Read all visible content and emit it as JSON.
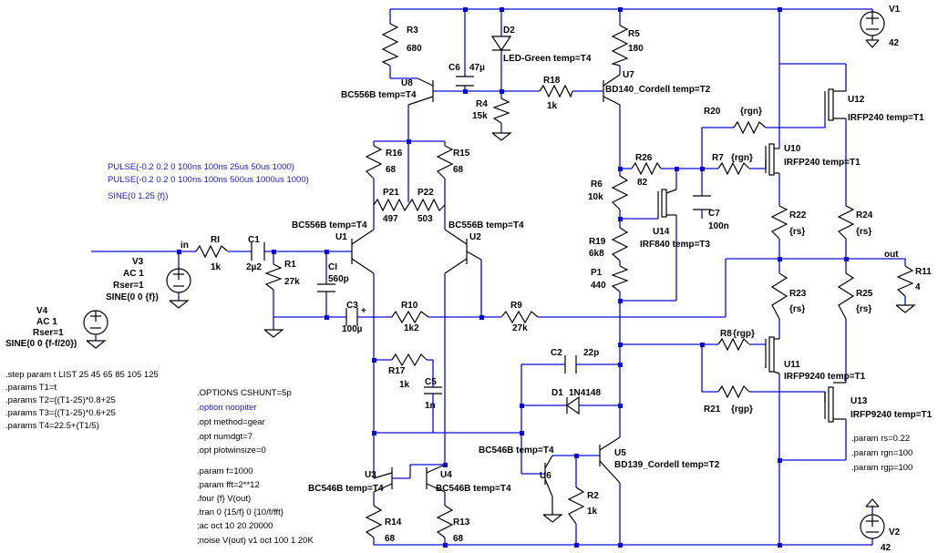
{
  "components": {
    "R3": {
      "name": "R3",
      "value": "680"
    },
    "U8": {
      "name": "U8",
      "model": "BC556B  temp=T4"
    },
    "C6": {
      "name": "C6",
      "value": "47µ"
    },
    "D2": {
      "name": "D2",
      "model": "LED-Green temp=T4"
    },
    "R4": {
      "name": "R4",
      "value": "15k"
    },
    "R18": {
      "name": "R18",
      "value": "1k"
    },
    "R5": {
      "name": "R5",
      "value": "180"
    },
    "U7": {
      "name": "U7",
      "model": "BD140_Cordell temp=T2"
    },
    "V1": {
      "name": "V1",
      "value": "42"
    },
    "R20": {
      "name": "R20",
      "value": "{rgn}"
    },
    "U12": {
      "name": "U12",
      "model": "IRFP240 temp=T1"
    },
    "R7": {
      "name": "R7",
      "value": "{rgn}"
    },
    "U10": {
      "name": "U10",
      "model": "IRFP240 temp=T1"
    },
    "R26": {
      "name": "R26",
      "value": "82"
    },
    "R6": {
      "name": "R6",
      "value": "10k"
    },
    "C7": {
      "name": "C7",
      "value": "100n"
    },
    "U14": {
      "name": "U14",
      "model": "IRF840 temp=T3"
    },
    "R19": {
      "name": "R19",
      "value": "6k8"
    },
    "P1": {
      "name": "P1",
      "value": "440"
    },
    "R22": {
      "name": "R22",
      "value": "{rs}"
    },
    "R24": {
      "name": "R24",
      "value": "{rs}"
    },
    "R23": {
      "name": "R23",
      "value": "{rs}"
    },
    "R25": {
      "name": "R25",
      "value": "{rs}"
    },
    "R11": {
      "name": "R11",
      "value": "4"
    },
    "R16": {
      "name": "R16",
      "value": "68"
    },
    "R15": {
      "name": "R15",
      "value": "68"
    },
    "P21": {
      "name": "P21",
      "value": "497"
    },
    "P22": {
      "name": "P22",
      "value": "503"
    },
    "U1": {
      "name": "U1",
      "model": "BC556B temp=T4"
    },
    "U2": {
      "name": "U2",
      "model": "BC556B  temp=T4"
    },
    "V3": {
      "name": "V3",
      "lines": [
        "AC 1",
        "Rser=1",
        "SINE(0 0 {f})"
      ]
    },
    "V4": {
      "name": "V4",
      "lines": [
        "AC 1",
        "Rser=1",
        "SINE(0 0 {f-f/20})"
      ]
    },
    "RI": {
      "name": "RI",
      "value": "1k"
    },
    "C1": {
      "name": "C1",
      "value": "2µ2"
    },
    "R1": {
      "name": "R1",
      "value": "27k"
    },
    "CI": {
      "name": "CI",
      "value": "560p"
    },
    "C3": {
      "name": "C3",
      "value": "100µ"
    },
    "R10": {
      "name": "R10",
      "value": "1k2"
    },
    "R9": {
      "name": "R9",
      "value": "27k"
    },
    "R17": {
      "name": "R17",
      "value": "1k"
    },
    "C5": {
      "name": "C5",
      "value": "1n"
    },
    "C2": {
      "name": "C2",
      "value": "22p"
    },
    "D1": {
      "name": "D1",
      "model": "1N4148"
    },
    "R8": {
      "name": "R8",
      "value": "{rgp}"
    },
    "U11": {
      "name": "U11",
      "model": "IRFP9240 temp=T1"
    },
    "R21": {
      "name": "R21",
      "value": "{rgp}"
    },
    "U13": {
      "name": "U13",
      "model": "IRFP9240 temp=T1"
    },
    "U5": {
      "name": "U5",
      "model": "BD139_Cordell temp=T2"
    },
    "U6": {
      "name": "U6",
      "model": "BC546B  temp=T4"
    },
    "R2": {
      "name": "R2",
      "value": "1k"
    },
    "U3": {
      "name": "U3",
      "model": "BC546B temp=T4"
    },
    "U4": {
      "name": "U4",
      "model": "BC546B temp=T4"
    },
    "R14": {
      "name": "R14",
      "value": "68"
    },
    "R13": {
      "name": "R13",
      "value": "68"
    },
    "V2": {
      "name": "V2",
      "value": "42"
    }
  },
  "net_labels": {
    "in": "in",
    "out": "out"
  },
  "pulse_directives": [
    "PULSE(-0.2 0.2 0 100ns 100ns 25us 50us 1000)",
    "PULSE(-0.2 0.2 0 100ns 100ns 500us 1000us 1000)",
    "SINE(0 1.25 {f})"
  ],
  "directives_left": [
    ".step param t  LIST 25 45 65 85 105 125",
    ".params T1=t",
    ".params T2={(T1-25)*0.8+25",
    ".params T3={(T1-25)*0.6+25",
    ".params T4=22.5+(T1/5)"
  ],
  "options_directives": [
    {
      "text": ".OPTIONS CSHUNT=5p",
      "style": "black"
    },
    {
      "text": ".option noopiter",
      "style": "blue"
    },
    {
      "text": ".opt method=gear",
      "style": "black"
    },
    {
      "text": ".opt numdgt=7",
      "style": "black"
    },
    {
      "text": ".opt plotwinsize=0",
      "style": "black"
    }
  ],
  "analysis_directives": [
    ".param f=1000",
    ".param fft=2**12",
    ".four {f} V(out)",
    ".tran 0 {15/f} 0 {10/f/fft}",
    ";ac oct 10 20 20000",
    ";noise V(out) v1 oct 100 1 20K"
  ],
  "params_right": [
    ".param rs=0.22",
    ".param rgn=100",
    ".param rgp=100"
  ]
}
